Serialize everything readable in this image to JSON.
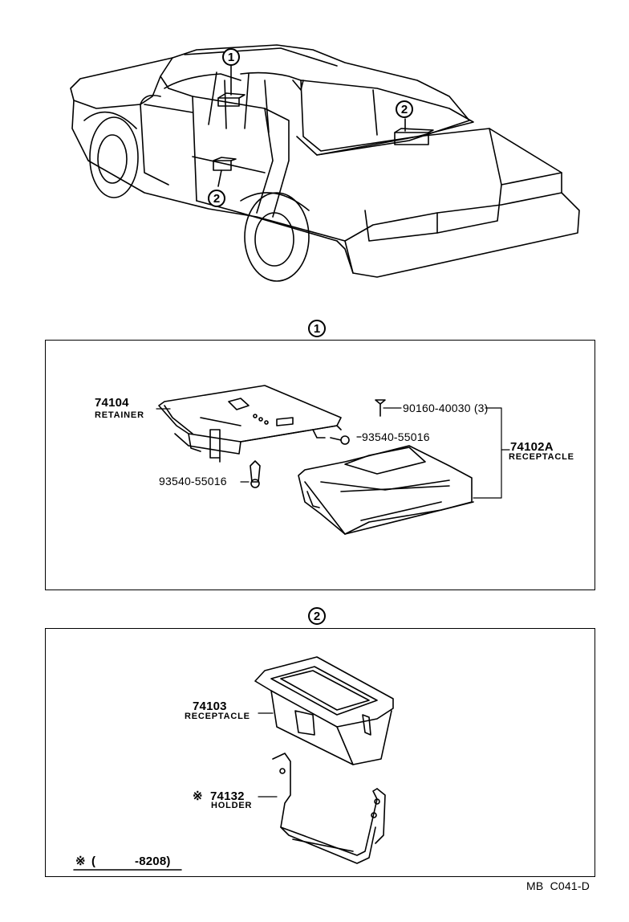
{
  "callouts": {
    "one": "1",
    "two": "2"
  },
  "section1": {
    "retainer": {
      "number": "74104",
      "label": "RETAINER"
    },
    "screw_a": {
      "number": "90160-40030 (3)"
    },
    "clip_a": {
      "number": "93540-55016"
    },
    "clip_b": {
      "number": "93540-55016"
    },
    "receptacle": {
      "number": "74102A",
      "label": "RECEPTACLE"
    }
  },
  "section2": {
    "receptacle": {
      "number": "74103",
      "label": "RECEPTACLE"
    },
    "holder": {
      "mark": "※",
      "number": "74132",
      "label": "HOLDER"
    },
    "footnote": {
      "mark": "※",
      "open": "(",
      "range": "-8208)"
    }
  },
  "diagram_code": "MB  C041-D"
}
